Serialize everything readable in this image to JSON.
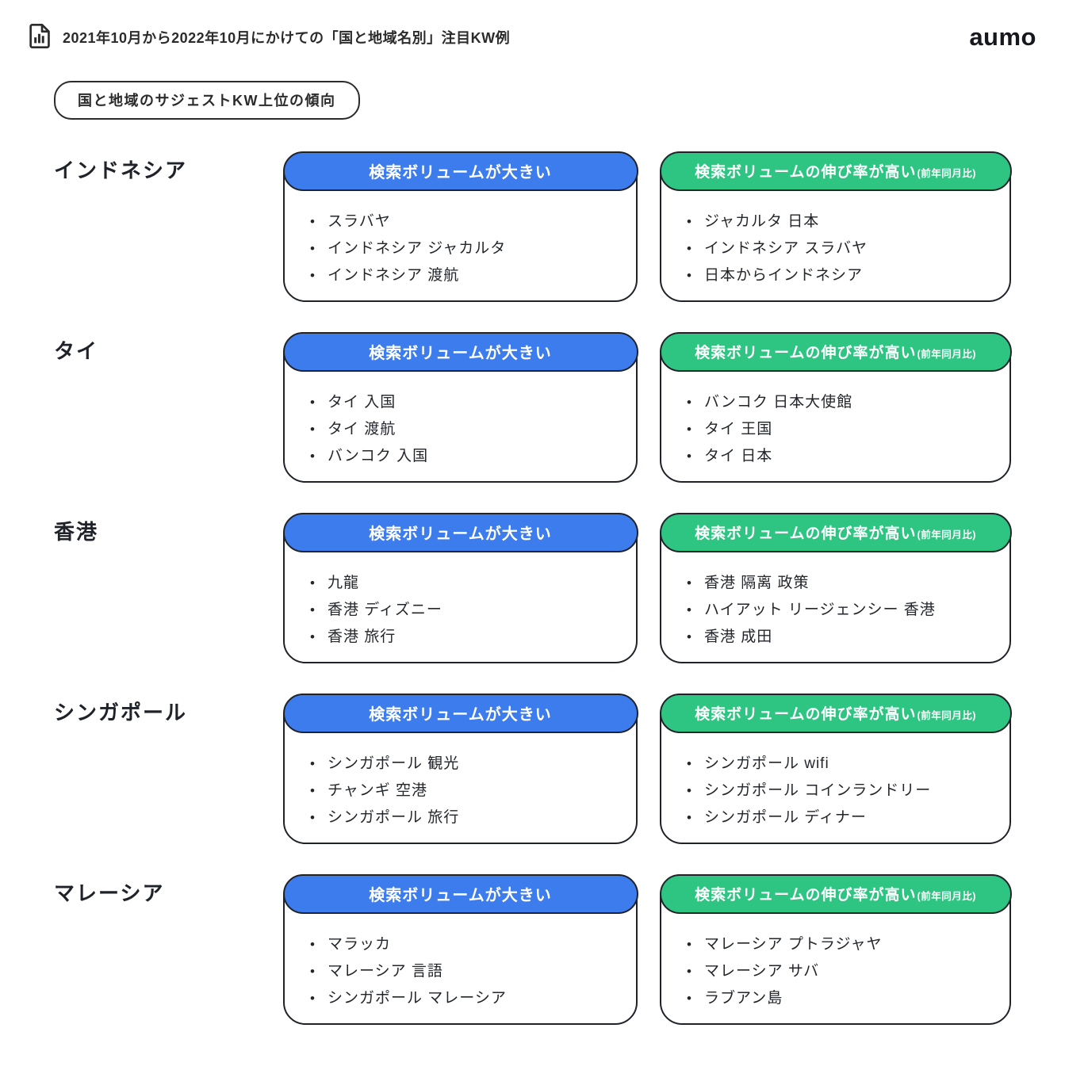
{
  "header": {
    "title": "2021年10月から2022年10月にかけての「国と地域名別」注目KW例",
    "logo": "aumo"
  },
  "section_title": "国と地域のサジェストKW上位の傾向",
  "card_labels": {
    "volume": "検索ボリュームが大きい",
    "growth": "検索ボリュームの伸び率が高い",
    "growth_note": "(前年同月比)"
  },
  "colors": {
    "blue": "#3d7cec",
    "green": "#2ec482",
    "border": "#1f2228",
    "text": "#23262b"
  },
  "icons": {
    "report": "report-icon"
  },
  "sections": [
    {
      "country": "インドネシア",
      "volume_keywords": [
        "スラバヤ",
        "インドネシア ジャカルタ",
        "インドネシア 渡航"
      ],
      "growth_keywords": [
        "ジャカルタ 日本",
        "インドネシア スラバヤ",
        "日本からインドネシア"
      ]
    },
    {
      "country": "タイ",
      "volume_keywords": [
        "タイ 入国",
        "タイ 渡航",
        "バンコク 入国"
      ],
      "growth_keywords": [
        "バンコク 日本大使館",
        "タイ 王国",
        "タイ 日本"
      ]
    },
    {
      "country": "香港",
      "volume_keywords": [
        "九龍",
        "香港 ディズニー",
        "香港 旅行"
      ],
      "growth_keywords": [
        "香港 隔离 政策",
        "ハイアット リージェンシー 香港",
        "香港 成田"
      ]
    },
    {
      "country": "シンガポール",
      "volume_keywords": [
        "シンガポール 観光",
        "チャンギ 空港",
        "シンガポール 旅行"
      ],
      "growth_keywords": [
        "シンガポール wifi",
        "シンガポール コインランドリー",
        "シンガポール ディナー"
      ]
    },
    {
      "country": "マレーシア",
      "volume_keywords": [
        "マラッカ",
        "マレーシア 言語",
        "シンガポール マレーシア"
      ],
      "growth_keywords": [
        "マレーシア プトラジャヤ",
        "マレーシア サバ",
        "ラブアン島"
      ]
    }
  ]
}
